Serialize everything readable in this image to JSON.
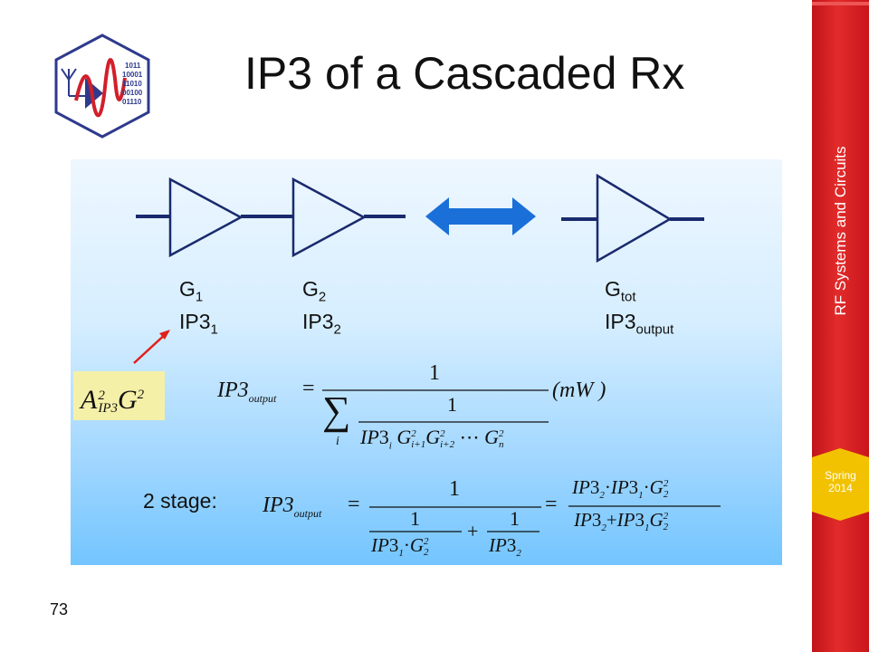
{
  "slide": {
    "title": "IP3 of a Cascaded Rx",
    "page_number": "73",
    "sidebar_title": "RF Systems and Circuits",
    "term_season": "Spring",
    "term_year": "2014"
  },
  "logo": {
    "binary_lines": [
      "1011",
      "10001",
      "11010",
      "00100",
      "01110"
    ],
    "colors": {
      "border": "#2e3a8c",
      "wave": "#d21f2a"
    }
  },
  "diagram": {
    "stage1": {
      "gain_base": "G",
      "gain_sub": "1",
      "ip3_base": "IP3",
      "ip3_sub": "1"
    },
    "stage2": {
      "gain_base": "G",
      "gain_sub": "2",
      "ip3_base": "IP3",
      "ip3_sub": "2"
    },
    "total": {
      "gain_base": "G",
      "gain_sub": "tot",
      "ip3_base": "IP3",
      "ip3_sub": "output"
    },
    "callout": {
      "a": "A",
      "a_sup": "2",
      "a_sub": "IP3",
      "g": "G",
      "g_sup": "2"
    },
    "colors": {
      "arrow": "#1a6fd8",
      "amp_stroke": "#1a2a6e",
      "pointer": "#e0201c",
      "callout_bg": "#f5f0a8"
    }
  },
  "equation1": {
    "lhs_base": "IP",
    "lhs_num": "3",
    "lhs_sub": "output",
    "equals": "=",
    "numerator": "1",
    "sum_symbol": "∑",
    "sum_index": "i",
    "inner_numerator": "1",
    "denominator_parts": {
      "ip": "IP",
      "three": "3",
      "i": "i",
      "g": "G",
      "sup2": "2",
      "sub_i1": "i+1",
      "sub_i2": "i+2",
      "dots": "⋯",
      "sub_n": "n"
    },
    "unit": "(mW )"
  },
  "equation2": {
    "label": "2 stage:",
    "lhs_base": "IP",
    "lhs_num": "3",
    "lhs_sub": "output",
    "equals": "=",
    "numerator": "1",
    "frac_num": "1",
    "plus": "+",
    "ip": "IP",
    "three": "3",
    "sub1": "1",
    "sub2": "2",
    "g": "G",
    "sup2": "2",
    "dot": "·"
  }
}
